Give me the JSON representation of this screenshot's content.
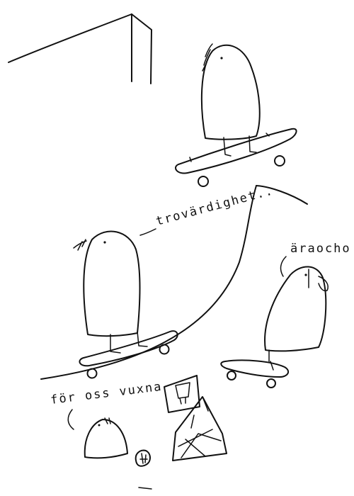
{
  "labels": {
    "trustworthiness": "trovärdighet..",
    "honor_and": "äraocho",
    "for_us_adults": "för oss vuxna"
  },
  "colors": {
    "paper": "#ffffff",
    "ink": "#111111"
  }
}
